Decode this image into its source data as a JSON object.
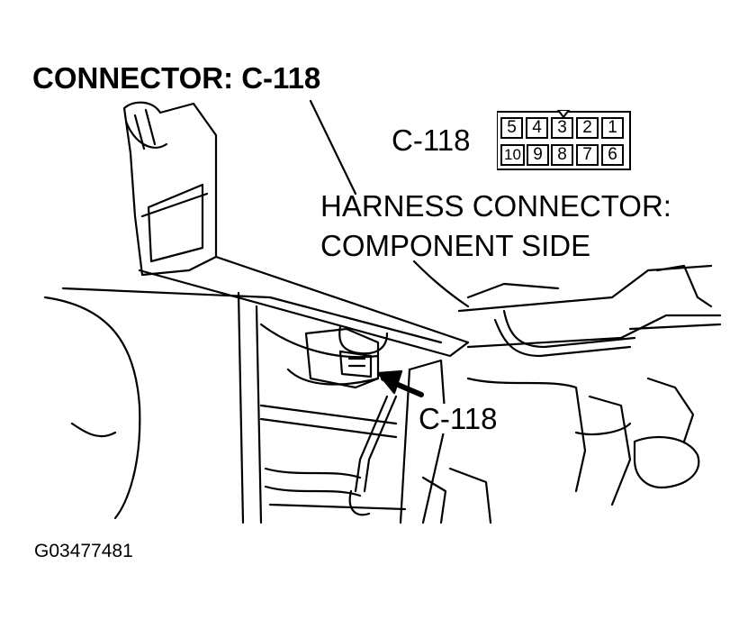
{
  "title": "CONNECTOR: C-118",
  "connector_label": "C-118",
  "callout_label": "C-118",
  "harness_line1": "HARNESS CONNECTOR:",
  "harness_line2": "COMPONENT SIDE",
  "figure_id": "G03477481",
  "pins_top": [
    "5",
    "4",
    "3",
    "2",
    "1"
  ],
  "pins_bottom": [
    "10",
    "9",
    "8",
    "7",
    "6"
  ]
}
